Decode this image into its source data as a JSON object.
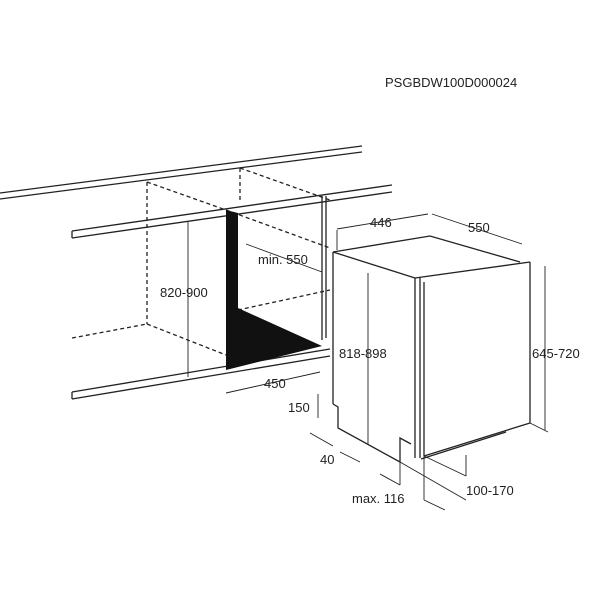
{
  "diagram": {
    "code": "PSGBDW100D000024",
    "dimensions": {
      "niche_height": "820-900",
      "niche_depth": "min. 550",
      "niche_width": "450",
      "appliance_width": "446",
      "appliance_depth": "550",
      "appliance_height": "818-898",
      "door_height": "645-720",
      "plinth_height": "150",
      "plinth_setback": "40",
      "max_offset": "max. 116",
      "plinth_range": "100-170"
    }
  }
}
